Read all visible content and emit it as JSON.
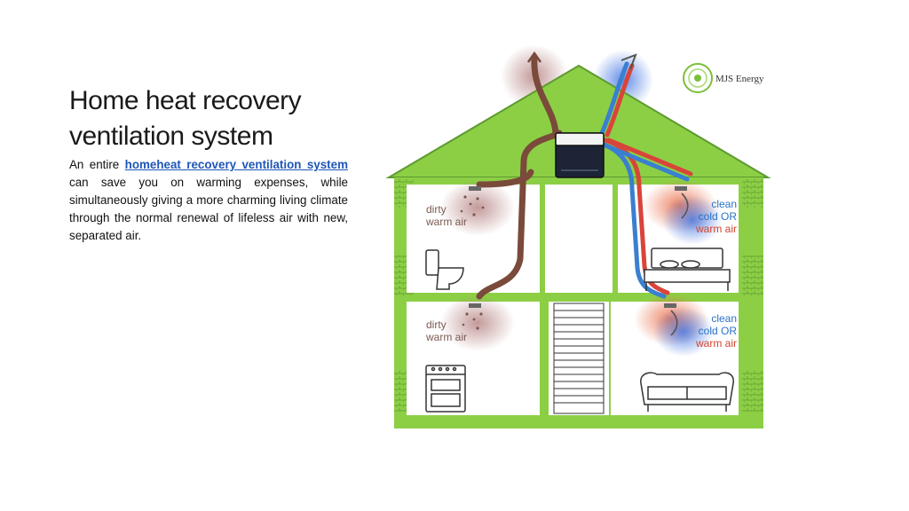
{
  "title": {
    "line1": "Home heat recovery",
    "line2": "ventilation system"
  },
  "body": {
    "intro": "An entire ",
    "link_text": "homeheat recovery ventilation system",
    "rest": " can save you on warming expenses, while simultaneously giving a more charming living climate through the normal renewal of lifeless air with new, separated air."
  },
  "diagram": {
    "logo_text": "MJS Energy",
    "labels": {
      "upper_left_1": "dirty",
      "upper_left_2": "warm air",
      "lower_left_1": "dirty",
      "lower_left_2": "warm air",
      "upper_right_1": "clean",
      "upper_right_2": "cold OR",
      "upper_right_3": "warm air",
      "lower_right_1": "clean",
      "lower_right_2": "cold OR",
      "lower_right_3": "warm air"
    },
    "colors": {
      "house_green": "#8ccf45",
      "wall_green": "#6bb03a",
      "dirty_duct": "#7a4a3a",
      "clean_duct_blue": "#3a7fd0",
      "clean_duct_red": "#d9443a",
      "dirty_text": "#7a5a50",
      "clean_text": "#2a72c8",
      "warm_text": "#d0442e"
    },
    "icons": [
      "toilet-icon",
      "bed-icon",
      "stove-icon",
      "sofa-icon",
      "hrv-unit-icon",
      "staircase-icon"
    ]
  }
}
